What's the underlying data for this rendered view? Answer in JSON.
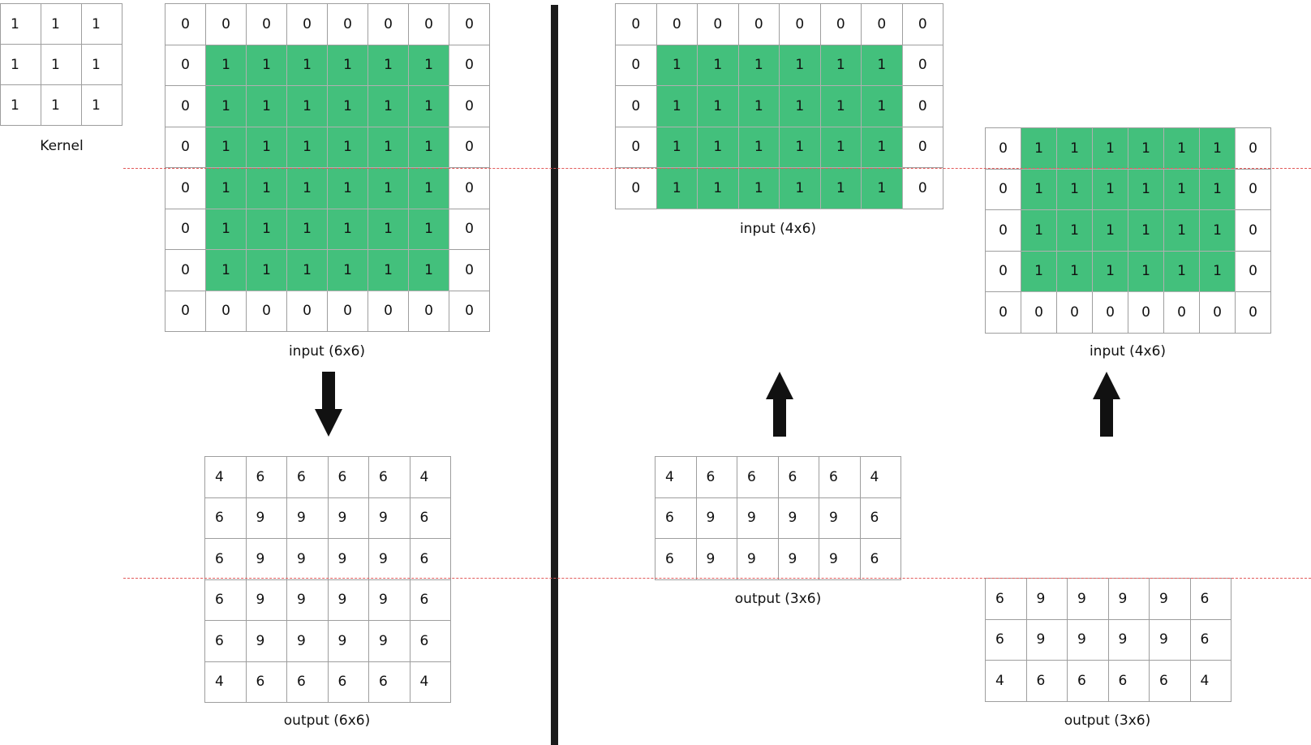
{
  "kernel": {
    "label": "Kernel",
    "rows": [
      [
        "1",
        "1",
        "1"
      ],
      [
        "1",
        "1",
        "1"
      ],
      [
        "1",
        "1",
        "1"
      ]
    ]
  },
  "panel_a": {
    "input_label": "input (6x6)",
    "input": [
      [
        "0",
        "0",
        "0",
        "0",
        "0",
        "0",
        "0",
        "0"
      ],
      [
        "0",
        "1",
        "1",
        "1",
        "1",
        "1",
        "1",
        "0"
      ],
      [
        "0",
        "1",
        "1",
        "1",
        "1",
        "1",
        "1",
        "0"
      ],
      [
        "0",
        "1",
        "1",
        "1",
        "1",
        "1",
        "1",
        "0"
      ],
      [
        "0",
        "1",
        "1",
        "1",
        "1",
        "1",
        "1",
        "0"
      ],
      [
        "0",
        "1",
        "1",
        "1",
        "1",
        "1",
        "1",
        "0"
      ],
      [
        "0",
        "1",
        "1",
        "1",
        "1",
        "1",
        "1",
        "0"
      ],
      [
        "0",
        "0",
        "0",
        "0",
        "0",
        "0",
        "0",
        "0"
      ]
    ],
    "output_label": "output (6x6)",
    "output": [
      [
        "4",
        "6",
        "6",
        "6",
        "6",
        "4"
      ],
      [
        "6",
        "9",
        "9",
        "9",
        "9",
        "6"
      ],
      [
        "6",
        "9",
        "9",
        "9",
        "9",
        "6"
      ],
      [
        "6",
        "9",
        "9",
        "9",
        "9",
        "6"
      ],
      [
        "6",
        "9",
        "9",
        "9",
        "9",
        "6"
      ],
      [
        "4",
        "6",
        "6",
        "6",
        "6",
        "4"
      ]
    ]
  },
  "panel_b": {
    "input_label": "input (4x6)",
    "input": [
      [
        "0",
        "0",
        "0",
        "0",
        "0",
        "0",
        "0",
        "0"
      ],
      [
        "0",
        "1",
        "1",
        "1",
        "1",
        "1",
        "1",
        "0"
      ],
      [
        "0",
        "1",
        "1",
        "1",
        "1",
        "1",
        "1",
        "0"
      ],
      [
        "0",
        "1",
        "1",
        "1",
        "1",
        "1",
        "1",
        "0"
      ],
      [
        "0",
        "1",
        "1",
        "1",
        "1",
        "1",
        "1",
        "0"
      ]
    ],
    "output_label": "output (3x6)",
    "output": [
      [
        "4",
        "6",
        "6",
        "6",
        "6",
        "4"
      ],
      [
        "6",
        "9",
        "9",
        "9",
        "9",
        "6"
      ],
      [
        "6",
        "9",
        "9",
        "9",
        "9",
        "6"
      ]
    ]
  },
  "panel_c": {
    "input_label": "input (4x6)",
    "input": [
      [
        "0",
        "1",
        "1",
        "1",
        "1",
        "1",
        "1",
        "0"
      ],
      [
        "0",
        "1",
        "1",
        "1",
        "1",
        "1",
        "1",
        "0"
      ],
      [
        "0",
        "1",
        "1",
        "1",
        "1",
        "1",
        "1",
        "0"
      ],
      [
        "0",
        "1",
        "1",
        "1",
        "1",
        "1",
        "1",
        "0"
      ],
      [
        "0",
        "0",
        "0",
        "0",
        "0",
        "0",
        "0",
        "0"
      ]
    ],
    "output_label": "output (3x6)",
    "output": [
      [
        "6",
        "9",
        "9",
        "9",
        "9",
        "6"
      ],
      [
        "6",
        "9",
        "9",
        "9",
        "9",
        "6"
      ],
      [
        "4",
        "6",
        "6",
        "6",
        "6",
        "4"
      ]
    ]
  },
  "colors": {
    "highlight": "#43c07c",
    "divider": "#1b1b1b",
    "dashed_line": "#e25a5a",
    "grid_border": "#9e9e9e"
  }
}
